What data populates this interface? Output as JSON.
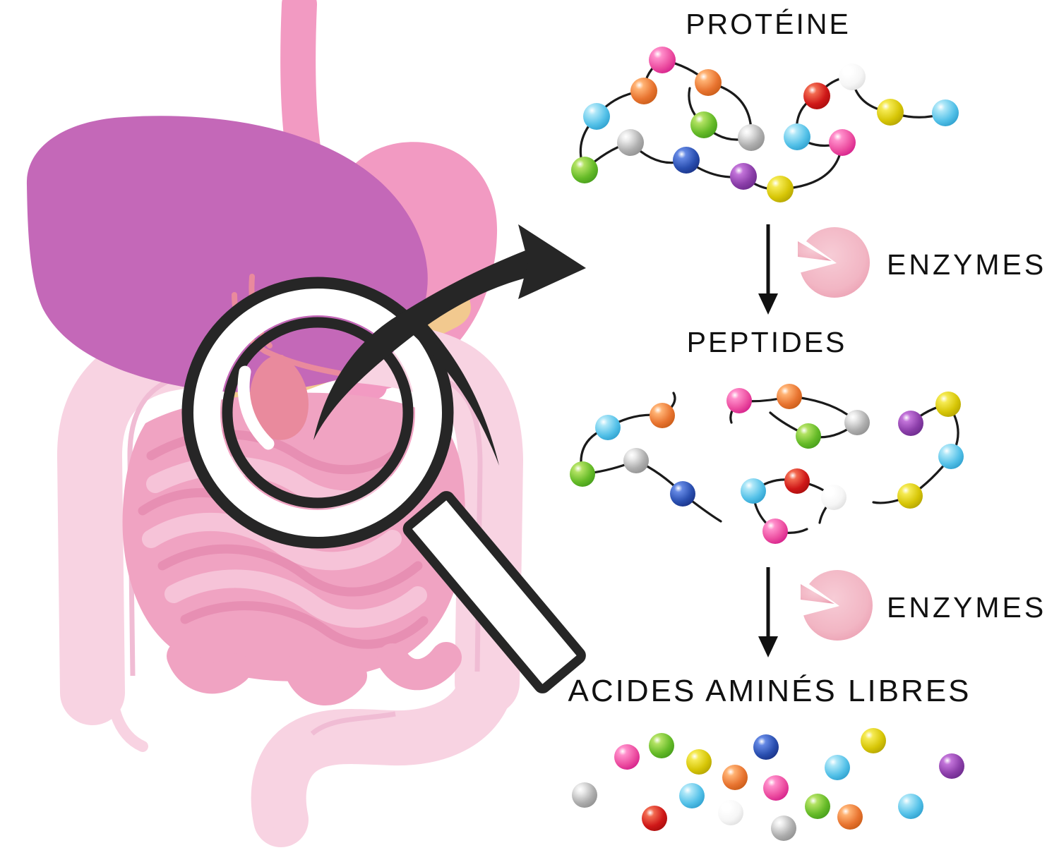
{
  "stage_labels": {
    "protein": "PROTÉINE",
    "peptides": "PEPTIDES",
    "free_amino_acids": "ACIDES AMINÉS LIBRES"
  },
  "enzymes": {
    "label": "ENZYMES"
  },
  "colors": {
    "text": "#111111",
    "link": "#1a1a1a",
    "arrow": "#111111",
    "enzyme_light": "#f7ccd6",
    "enzyme_mid": "#f2b6c4",
    "enzyme_dark": "#eb9fb2"
  },
  "palette": {
    "pink": {
      "l": "#ff8ecb",
      "b": "#ec4da0",
      "d": "#c4007c"
    },
    "orange": {
      "l": "#ffb273",
      "b": "#e87430",
      "d": "#b44c08"
    },
    "skyblue": {
      "l": "#aee7f8",
      "b": "#54c1e8",
      "d": "#1489bc"
    },
    "green": {
      "l": "#b2e263",
      "b": "#66bb28",
      "d": "#2f8812"
    },
    "gray": {
      "l": "#ececec",
      "b": "#aeaeae",
      "d": "#7c7c7c"
    },
    "darkblue": {
      "l": "#6488e4",
      "b": "#2a4fb0",
      "d": "#0e1f6a"
    },
    "purple": {
      "l": "#c273d9",
      "b": "#8b3ea9",
      "d": "#571e79"
    },
    "yellow": {
      "l": "#f5ea52",
      "b": "#d7c607",
      "d": "#9b8d00"
    },
    "red": {
      "l": "#f26a50",
      "b": "#cf1818",
      "d": "#8e0606"
    },
    "white": {
      "l": "#ffffff",
      "b": "#f6f6f6",
      "d": "#cfcfcf"
    }
  },
  "illustration_colors": {
    "liver": "#c468b8",
    "stomach": "#f29ac2",
    "pancreas": "#f2c98f",
    "gallbladder": "#e98a9d",
    "colon": "#f8d3e2",
    "colon_line": "#f0bcd4",
    "small_intestine": "#f0a3c2",
    "intestine_dark": "#e78fb3",
    "intestine_light": "#f6c3d8",
    "magnifier": "#262626"
  },
  "protein": {
    "bead_radius": 19,
    "beads": [
      [
        938,
        85,
        "pink"
      ],
      [
        912,
        129,
        "orange"
      ],
      [
        1003,
        117,
        "orange"
      ],
      [
        845,
        165,
        "skyblue"
      ],
      [
        997,
        177,
        "green"
      ],
      [
        1064,
        195,
        "gray"
      ],
      [
        893,
        202,
        "gray"
      ],
      [
        828,
        241,
        "green"
      ],
      [
        972,
        227,
        "darkblue"
      ],
      [
        1053,
        250,
        "purple"
      ],
      [
        1105,
        268,
        "yellow"
      ],
      [
        1157,
        136,
        "red"
      ],
      [
        1207,
        109,
        "white"
      ],
      [
        1129,
        194,
        "skyblue"
      ],
      [
        1193,
        202,
        "pink"
      ],
      [
        1261,
        159,
        "yellow"
      ],
      [
        1339,
        160,
        "skyblue"
      ]
    ],
    "links": [
      "M938,85 Q914,100 912,129",
      "M938,85 Q976,93 1003,117",
      "M912,129 Q869,134 845,165",
      "M845,165 Q811,200 828,241",
      "M828,241 Q861,211 893,202",
      "M893,202 Q932,241 972,227",
      "M972,227 Q1011,256 1053,250",
      "M1053,250 Q1079,271 1105,268",
      "M1105,268 Q1187,263 1193,202",
      "M1193,202 Q1159,214 1129,194",
      "M1129,194 Q1124,153 1157,136",
      "M1157,136 Q1179,109 1207,109",
      "M1207,109 Q1212,151 1261,159",
      "M1261,159 Q1301,173 1339,160",
      "M1003,117 Q1067,133 1064,195",
      "M1064,195 Q1026,206 997,177",
      "M997,177 Q971,154 977,125"
    ]
  },
  "peptides": {
    "bead_radius": 18,
    "beads": [
      [
        938,
        589,
        "orange"
      ],
      [
        861,
        606,
        "skyblue"
      ],
      [
        825,
        672,
        "green"
      ],
      [
        901,
        653,
        "gray"
      ],
      [
        967,
        700,
        "darkblue"
      ],
      [
        1047,
        568,
        "pink"
      ],
      [
        1118,
        562,
        "orange"
      ],
      [
        1214,
        599,
        "gray"
      ],
      [
        1145,
        618,
        "green"
      ],
      [
        1098,
        753,
        "pink"
      ],
      [
        1067,
        696,
        "skyblue"
      ],
      [
        1129,
        682,
        "red"
      ],
      [
        1181,
        705,
        "white"
      ],
      [
        1290,
        600,
        "purple"
      ],
      [
        1343,
        573,
        "yellow"
      ],
      [
        1347,
        647,
        "skyblue"
      ],
      [
        1289,
        703,
        "yellow"
      ]
    ],
    "links": [
      "M938,589 Q962,572 954,557",
      "M938,589 Q898,584 861,606",
      "M861,606 Q814,624 825,672",
      "M825,672 Q864,668 901,653",
      "M901,653 Q936,669 967,700",
      "M967,700 Q1000,726 1021,739",
      "M1047,568 Q1031,585 1036,599",
      "M1047,568 Q1082,571 1118,562",
      "M1118,562 Q1182,568 1214,599",
      "M1214,599 Q1181,626 1145,618",
      "M1145,618 Q1109,601 1091,585",
      "M1098,753 Q1124,759 1143,750",
      "M1098,753 Q1068,731 1067,696",
      "M1067,696 Q1096,674 1129,682",
      "M1129,682 Q1159,687 1181,705",
      "M1181,705 Q1164,724 1161,741",
      "M1290,600 Q1314,579 1343,573",
      "M1343,573 Q1369,611 1347,647",
      "M1347,647 Q1321,681 1289,703",
      "M1289,703 Q1257,716 1237,712"
    ]
  },
  "free_amino_acids": {
    "bead_radius": 18,
    "beads": [
      [
        888,
        1073,
        "pink"
      ],
      [
        937,
        1057,
        "green"
      ],
      [
        990,
        1080,
        "yellow"
      ],
      [
        1085,
        1059,
        "darkblue"
      ],
      [
        1041,
        1102,
        "orange"
      ],
      [
        1099,
        1117,
        "pink"
      ],
      [
        828,
        1127,
        "gray"
      ],
      [
        980,
        1128,
        "skyblue"
      ],
      [
        927,
        1160,
        "red"
      ],
      [
        1035,
        1152,
        "white"
      ],
      [
        1110,
        1174,
        "gray"
      ],
      [
        1237,
        1050,
        "yellow"
      ],
      [
        1186,
        1088,
        "skyblue"
      ],
      [
        1348,
        1086,
        "purple"
      ],
      [
        1158,
        1143,
        "green"
      ],
      [
        1204,
        1158,
        "orange"
      ],
      [
        1290,
        1143,
        "skyblue"
      ]
    ]
  }
}
